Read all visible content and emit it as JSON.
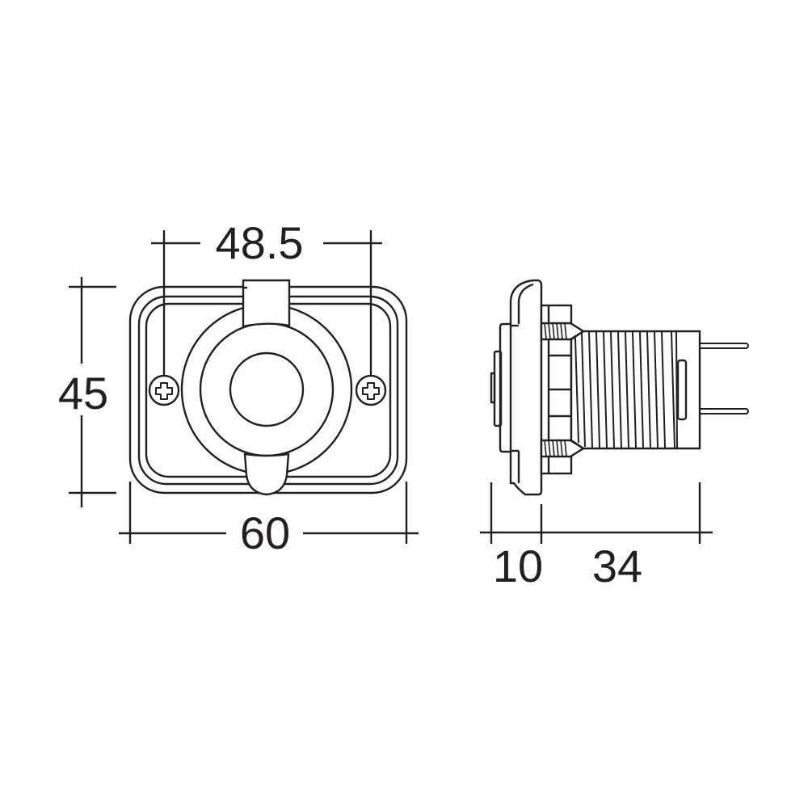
{
  "diagram": {
    "title": "12V socket panel mount - dimension drawing",
    "stroke_color": "#231f20",
    "background": "#ffffff",
    "units": "mm",
    "front_view": {
      "dimensions": {
        "hole_spacing": "48.5",
        "height": "45",
        "width": "60"
      },
      "screws": [
        "left-screw",
        "right-screw"
      ]
    },
    "side_view": {
      "dimensions": {
        "flange_depth": "10",
        "body_depth": "34"
      },
      "terminals": 2
    }
  }
}
